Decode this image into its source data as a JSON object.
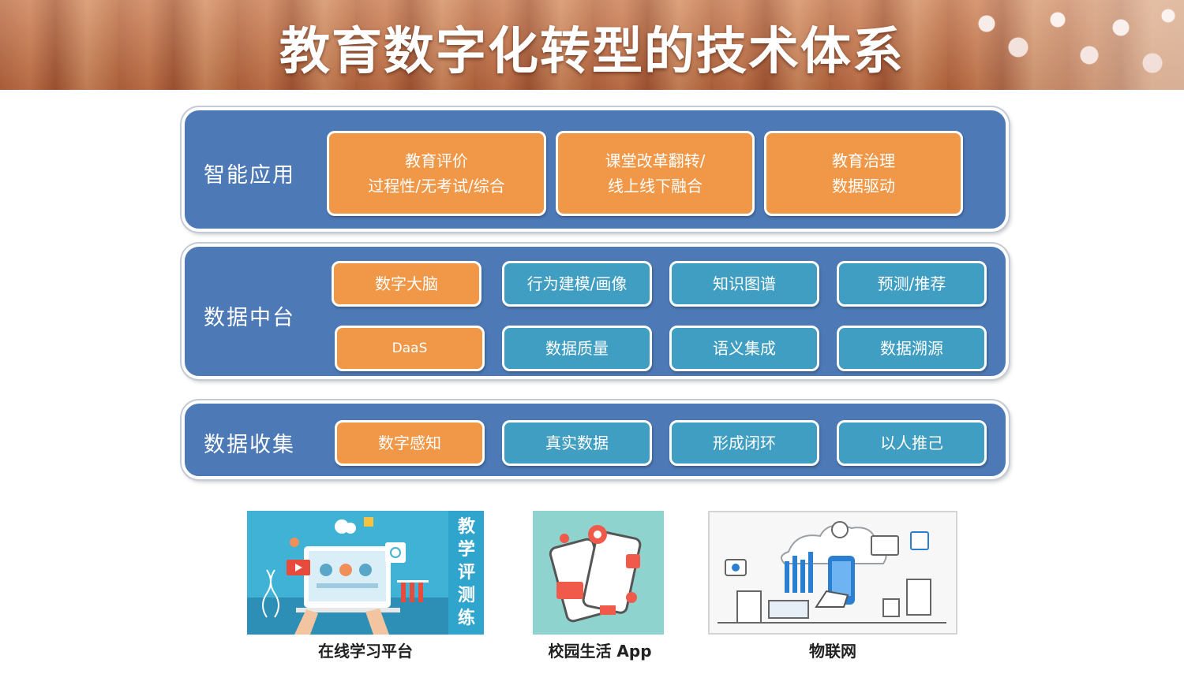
{
  "banner": {
    "title": "教育数字化转型的技术体系"
  },
  "layers": {
    "smart_apps": {
      "label": "智能应用",
      "boxes": [
        {
          "line1": "教育评价",
          "line2": "过程性/无考试/综合"
        },
        {
          "line1": "课堂改革翻转/",
          "line2": "线上线下融合"
        },
        {
          "line1": "教育治理",
          "line2": "数据驱动"
        }
      ]
    },
    "data_platform": {
      "label": "数据中台",
      "row1": [
        "数字大脑",
        "行为建模/画像",
        "知识图谱",
        "预测/推荐"
      ],
      "row2": [
        "DaaS",
        "数据质量",
        "语义集成",
        "数据溯源"
      ]
    },
    "data_collection": {
      "label": "数据收集",
      "items": [
        "数字感知",
        "真实数据",
        "形成闭环",
        "以人推己"
      ]
    }
  },
  "illustrations": {
    "online_platform": {
      "caption": "在线学习平台",
      "side_text": [
        "教",
        "学",
        "评",
        "测",
        "练"
      ]
    },
    "campus_app": {
      "caption": "校园生活 App"
    },
    "iot": {
      "caption": "物联网"
    }
  },
  "colors": {
    "layer_blue": "#4d7ab6",
    "orange": "#f09848",
    "teal": "#3f9ec1"
  }
}
